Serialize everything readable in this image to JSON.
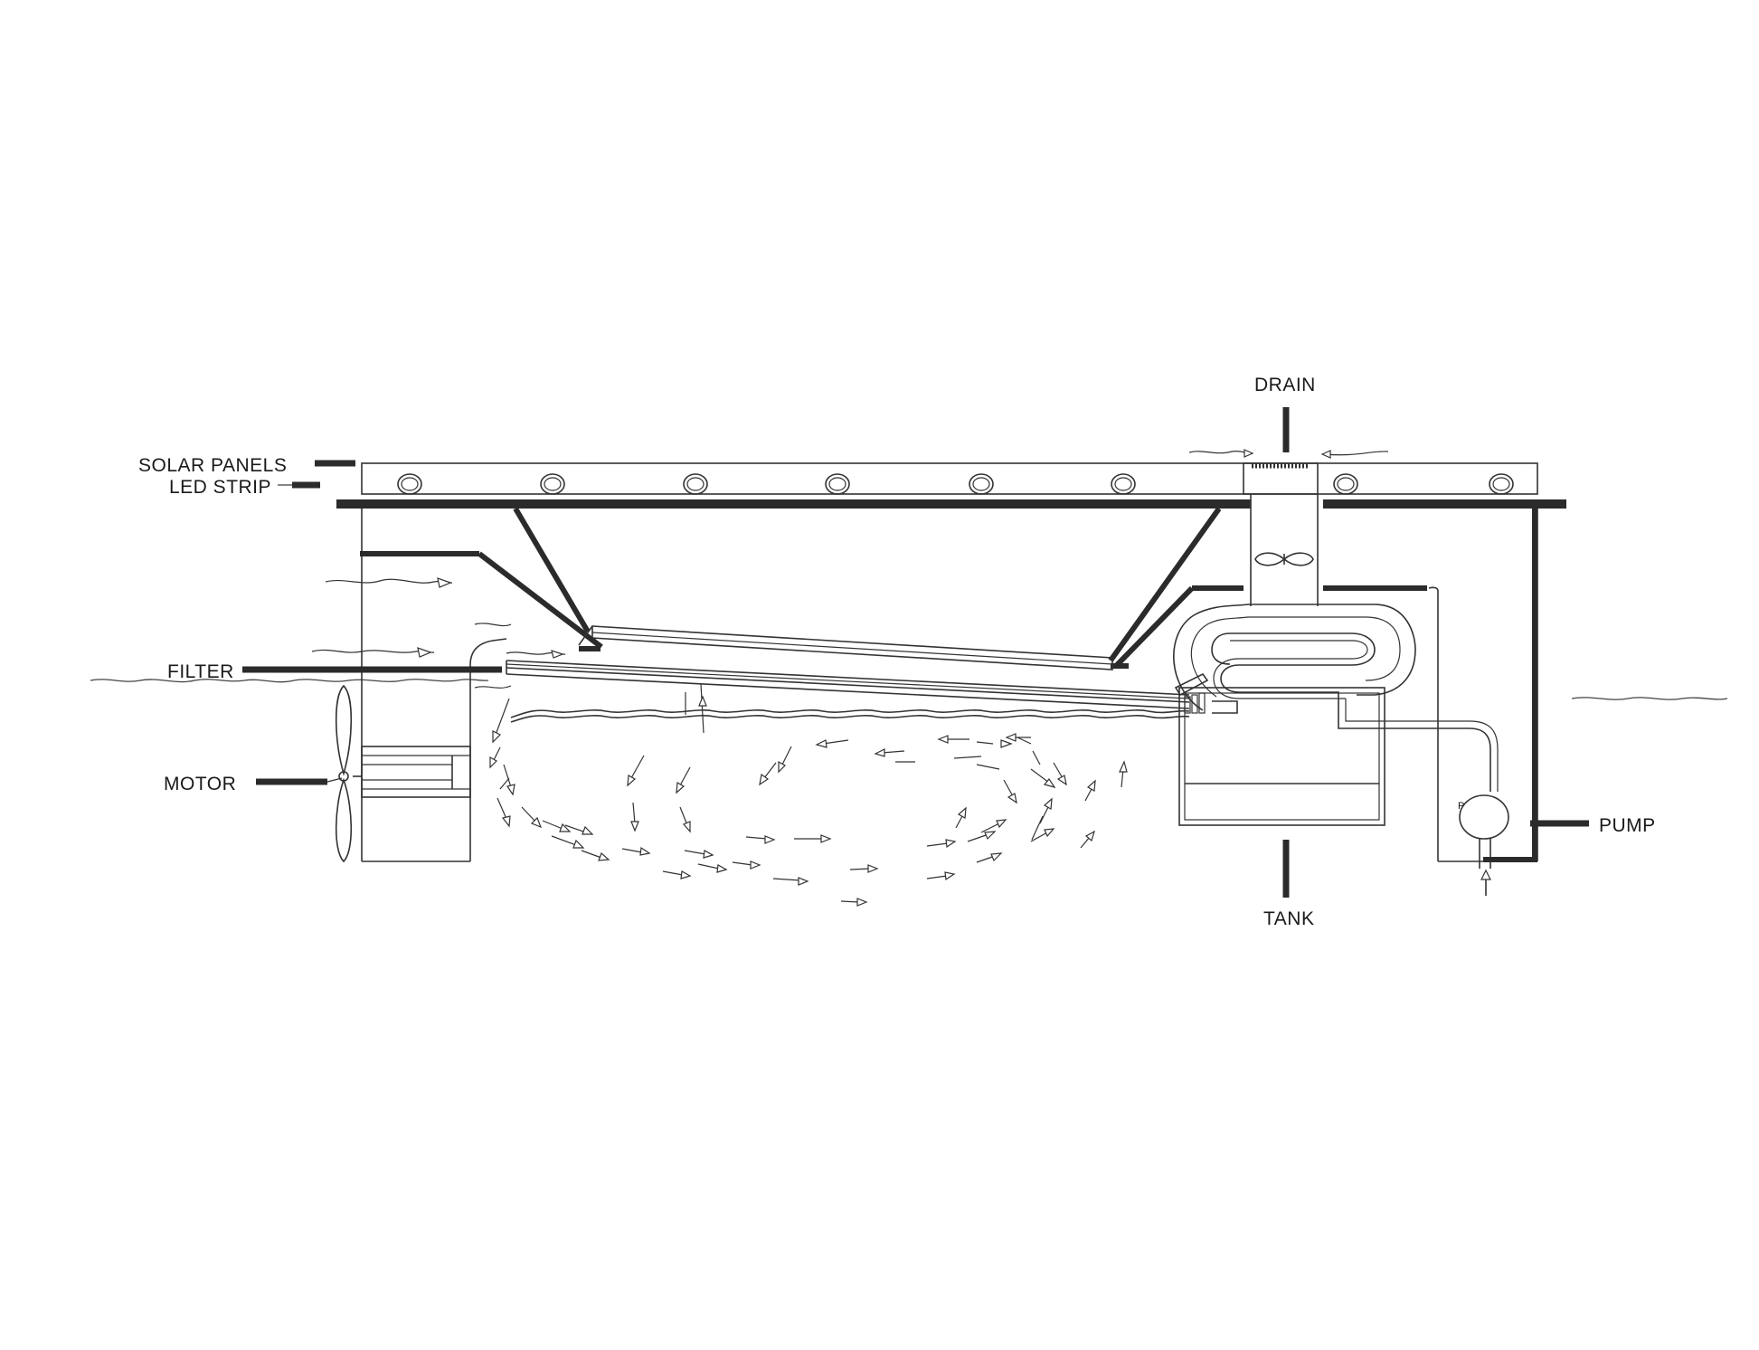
{
  "labels": {
    "solar_panels": "SOLAR PANELS",
    "led_strip": "LED STRIP",
    "filter": "FILTER",
    "motor": "MOTOR",
    "drain": "DRAIN",
    "tank": "TANK",
    "pump": "PUMP",
    "pump_symbol": "P"
  },
  "colors": {
    "line": "#2b2b2b",
    "background": "#ffffff"
  }
}
